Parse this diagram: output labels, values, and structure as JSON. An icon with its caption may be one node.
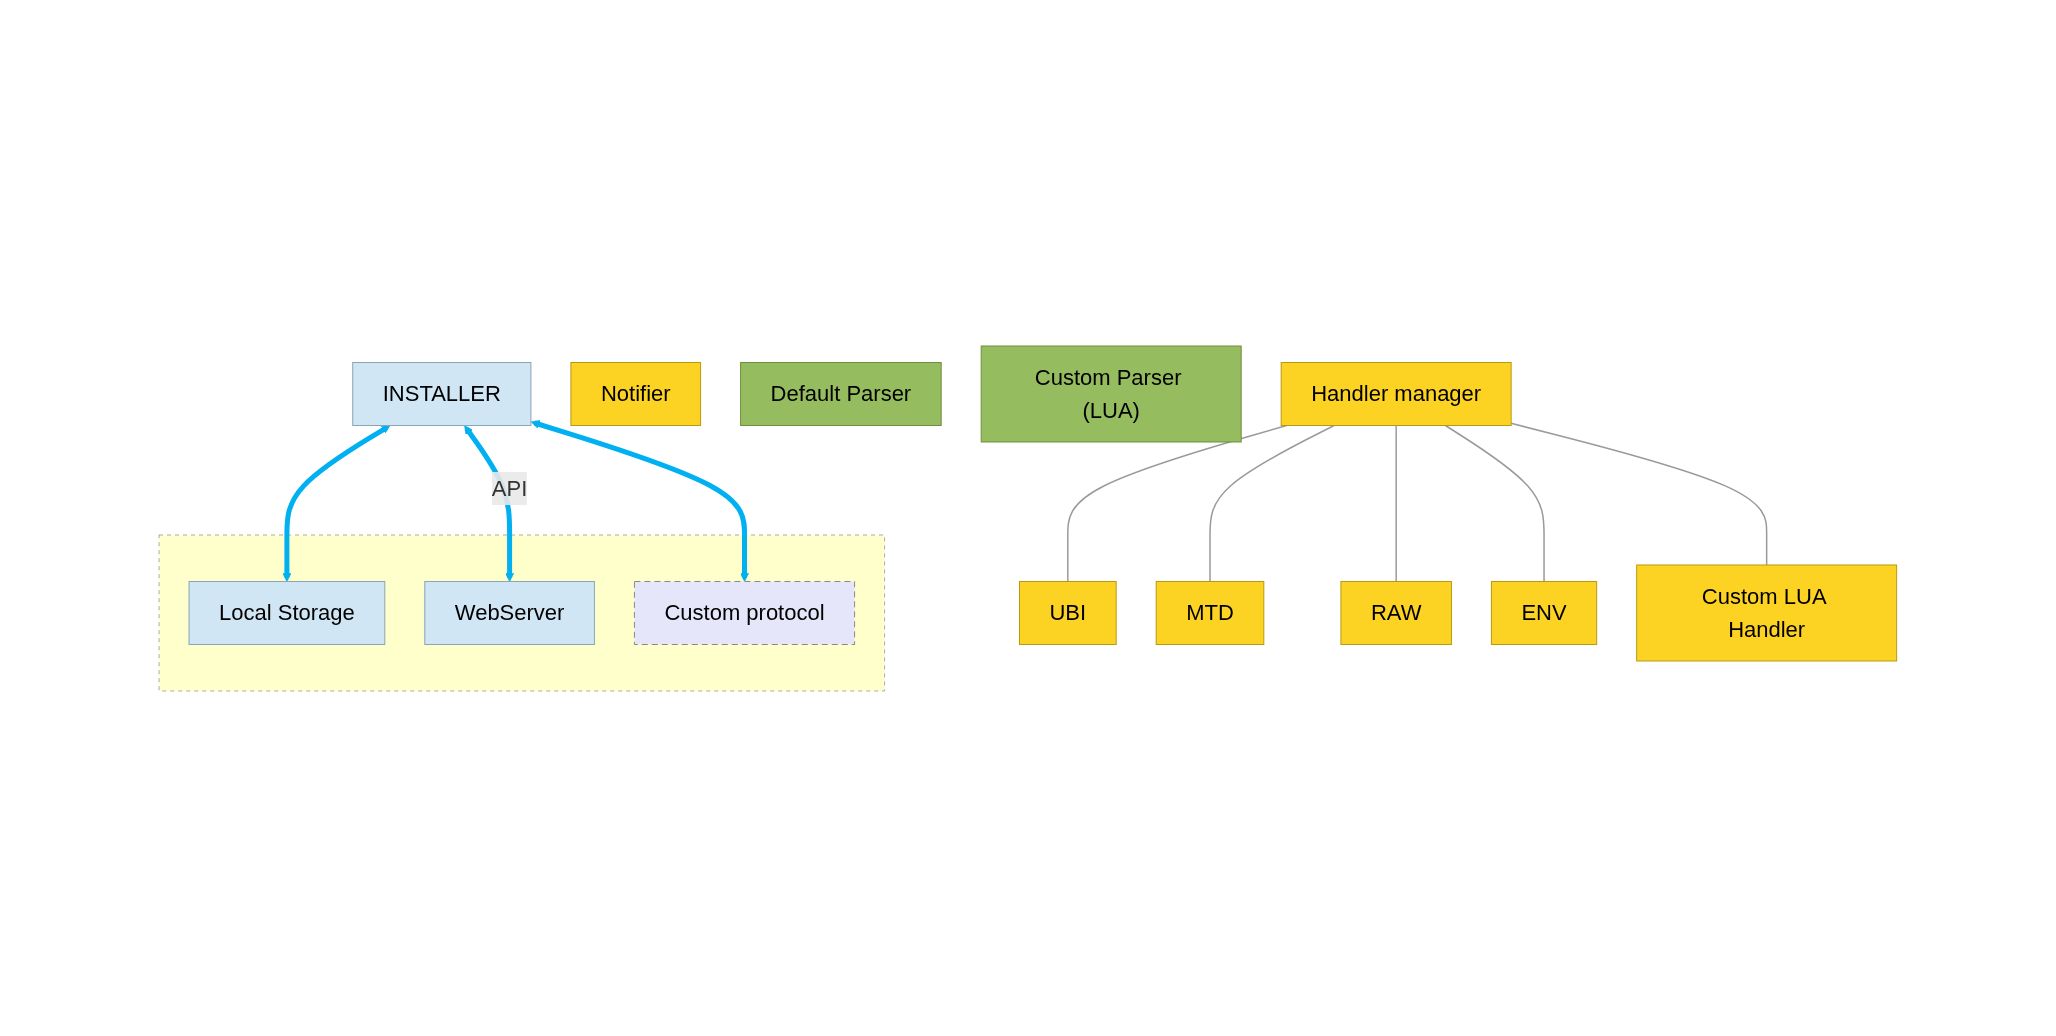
{
  "diagram": {
    "nodes": [
      {
        "text": [
          "Notifier"
        ]
      },
      {
        "text": [
          "Default Parser"
        ]
      },
      {
        "text": [
          "Custom Parser (LUA)"
        ]
      },
      {
        "text": [
          "INSTALLER"
        ]
      },
      {
        "text": [],
        "shape": "box"
      },
      {
        "text": [
          "Local Storage"
        ],
        "in": 4
      },
      {
        "text": [
          "WebServer"
        ],
        "in": 4
      },
      {
        "text": [
          "Custom protocol"
        ],
        "in": 4
      },
      {
        "text": [
          "Handler manager"
        ]
      },
      {
        "text": [
          "UBI"
        ]
      },
      {
        "text": [
          "MTD"
        ]
      },
      {
        "text": [
          "RAW"
        ]
      },
      {
        "text": [
          "ENV"
        ]
      },
      {
        "text": [
          "Custom LUA Handler"
        ]
      }
    ],
    "edges": [
      {
        "from": 3,
        "to": 5,
        "arrow": "both",
        "style": "thick",
        "color": "#00b0f0"
      },
      {
        "from": 3,
        "to": 6,
        "arrow": "both",
        "style": "thick",
        "color": "#00b0f0",
        "label": "API"
      },
      {
        "from": 3,
        "to": 7,
        "arrow": "both",
        "style": "thick",
        "color": "#00b0f0"
      },
      {
        "from": 8,
        "to": 9,
        "arrow": "none"
      },
      {
        "from": 8,
        "to": 10,
        "arrow": "none"
      },
      {
        "from": 8,
        "to": 11,
        "arrow": "none"
      },
      {
        "from": 8,
        "to": 12,
        "arrow": "none"
      },
      {
        "from": 8,
        "to": 13,
        "arrow": "none"
      }
    ]
  }
}
